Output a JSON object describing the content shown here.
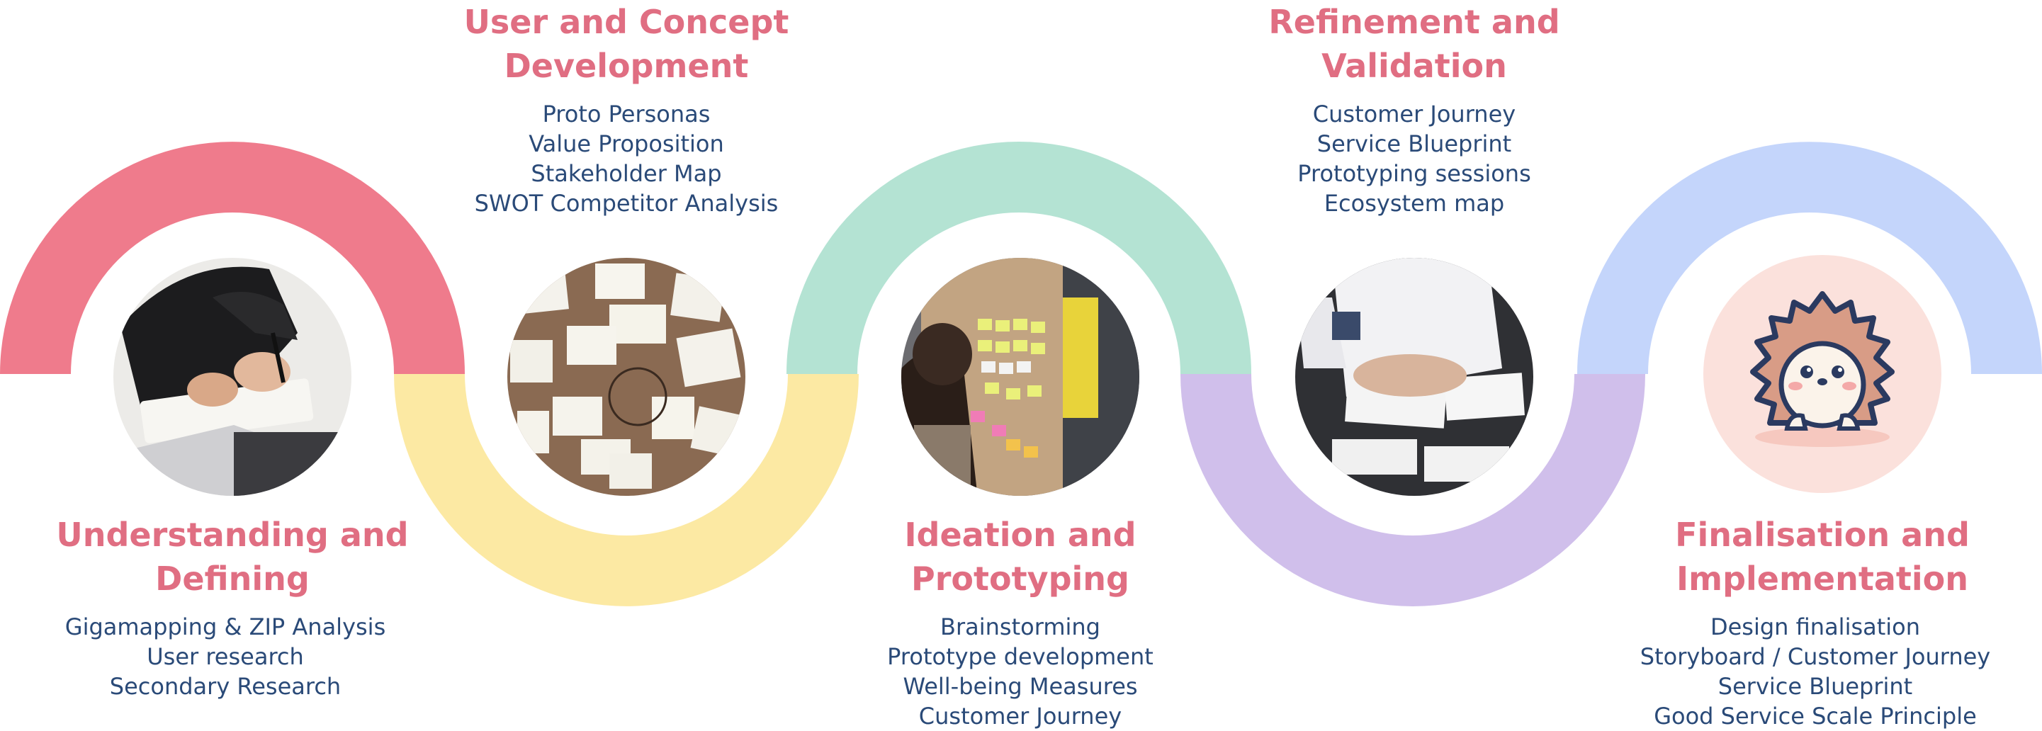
{
  "stages": [
    {
      "title_line1": "Understanding and",
      "title_line2": "Defining",
      "arc_color": "#ef7b8c",
      "items": [
        "Gigamapping & ZIP Analysis",
        "User research",
        "Secondary Research"
      ],
      "image": "person writing in notebook photo"
    },
    {
      "title_line1": "User and Concept",
      "title_line2": "Development",
      "arc_color": "#fce9a3",
      "items": [
        "Proto Personas",
        "Value Proposition",
        "Stakeholder Map",
        "SWOT Competitor Analysis"
      ],
      "image": "sticky notes on brown board photo"
    },
    {
      "title_line1": "Ideation and",
      "title_line2": "Prototyping",
      "arc_color": "#b4e3d3",
      "items": [
        "Brainstorming",
        "Prototype development",
        "Well-being Measures",
        "Customer Journey"
      ],
      "image": "person at sticky note wall photo"
    },
    {
      "title_line1": "Refinement and",
      "title_line2": "Validation",
      "arc_color": "#d0bfeb",
      "items": [
        "Customer Journey",
        "Service Blueprint",
        "Prototyping sessions",
        "Ecosystem map"
      ],
      "image": "hands arranging paper cards photo"
    },
    {
      "title_line1": "Finalisation and",
      "title_line2": "Implementation",
      "arc_color": "#c4d5fb",
      "items": [
        "Design finalisation",
        "Storyboard / Customer Journey",
        "Service Blueprint",
        "Good Service Scale Principle"
      ],
      "image": "hedgehog-icon"
    }
  ]
}
